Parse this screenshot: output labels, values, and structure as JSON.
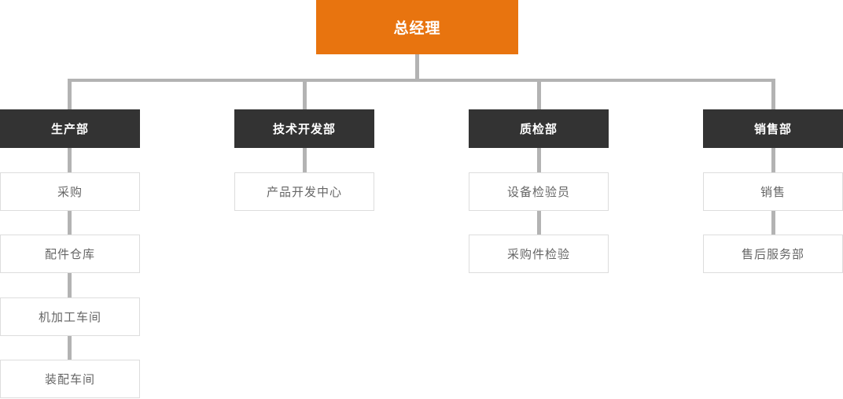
{
  "org": {
    "title": "总经理",
    "root": {
      "label": "总经理"
    },
    "departments": [
      {
        "label": "生产部",
        "children": [
          "采购",
          "配件仓库",
          "机加工车间",
          "装配车间"
        ]
      },
      {
        "label": "技术开发部",
        "children": [
          "产品开发中心"
        ]
      },
      {
        "label": "质检部",
        "children": [
          "设备检验员",
          "采购件检验"
        ]
      },
      {
        "label": "销售部",
        "children": [
          "销售",
          "售后服务部"
        ]
      }
    ],
    "colors": {
      "root_bg": "#e8740f",
      "dept_bg": "#333333",
      "connector": "#b3b3b3",
      "child_border": "#dddddd",
      "child_text": "#666666",
      "background": "#ffffff"
    }
  }
}
